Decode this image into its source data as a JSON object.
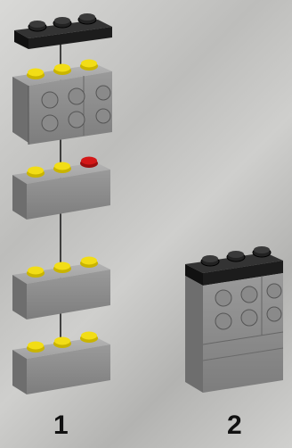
{
  "steps": [
    {
      "number": "1"
    },
    {
      "number": "2"
    }
  ],
  "colors": {
    "background": "#c8c8c6",
    "brick_gray": "#8c8c8c",
    "brick_black": "#1a1a1a",
    "stud_yellow": "#f2dd16",
    "stud_red": "#d41818",
    "connector_line": "#111111"
  },
  "step1_parts": [
    {
      "name": "black-plate-1x3",
      "color": "black"
    },
    {
      "name": "gray-bracket-with-yellow-studs",
      "color": "gray",
      "studs": [
        "yellow",
        "yellow",
        "yellow"
      ]
    },
    {
      "name": "gray-brick-1x3",
      "color": "gray",
      "studs": [
        "yellow",
        "yellow",
        "red"
      ]
    },
    {
      "name": "gray-brick-1x3",
      "color": "gray",
      "studs": [
        "yellow",
        "yellow",
        "yellow"
      ]
    },
    {
      "name": "gray-brick-1x3",
      "color": "gray",
      "studs": [
        "yellow",
        "yellow",
        "yellow"
      ]
    }
  ],
  "step2_assembly": {
    "name": "assembled-stack",
    "color": "gray"
  }
}
